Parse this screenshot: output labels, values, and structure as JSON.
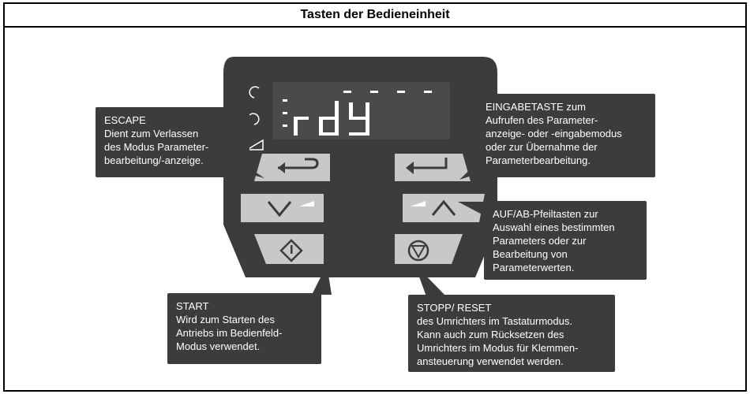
{
  "title": "Tasten der Bedieneinheit",
  "display": {
    "text": "rdY"
  },
  "callouts": {
    "escape": "ESCAPE\nDient zum Verlassen\ndes Modus Parameter-\nbearbeitung/-anzeige.",
    "enter": "EINGABETASTE zum\nAufrufen des Parameter-\nanzeige- oder -eingabemodus\noder zur Übernahme der\nParameterbearbeitung.",
    "updown": "AUF/AB-Pfeiltasten zur\nAuswahl eines bestimmten\nParameters oder zur\nBearbeitung von\nParameterwerten.",
    "start": "START\nWird zum Starten des\nAntriebs im Bedienfeld-\nModus verwendet.",
    "stop": "STOPP/ RESET\ndes Umrichters im Tastaturmodus.\nKann auch zum Rücksetzen des\nUmrichters im Modus für Klemmen-\nansteuerung verwendet werden."
  },
  "colors": {
    "panel": "#3c3c3c",
    "display": "#4a4a4a",
    "button": "#c8c8c8",
    "icon": "#3c3c3c",
    "segment": "#ffffff"
  },
  "icons": [
    "escape-arrow-icon",
    "enter-arrow-icon",
    "down-arrow-icon",
    "up-arrow-icon",
    "start-icon",
    "stop-icon"
  ]
}
